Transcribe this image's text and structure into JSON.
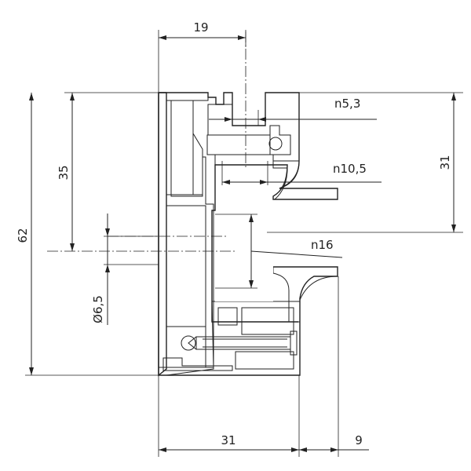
{
  "dimensions": {
    "top_width": "19",
    "slot_width": "n5,3",
    "groove_width": "n10,5",
    "right_height": "31",
    "center_height": "35",
    "channel_width": "n16",
    "total_height": "62",
    "hole_diameter": "Ø6,5",
    "base_width": "31",
    "lip_width": "9"
  }
}
